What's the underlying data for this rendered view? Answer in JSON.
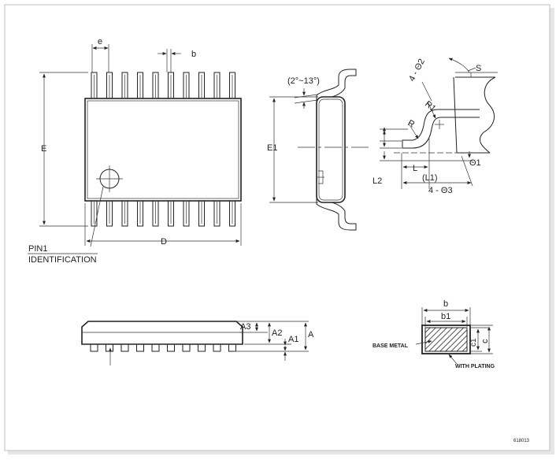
{
  "labels": {
    "e": "e",
    "b": "b",
    "E": "E",
    "D": "D",
    "pin1_line1": "PIN1",
    "pin1_line2": "IDENTIFICATION",
    "angle": "(2°~13°)",
    "E1": "E1",
    "theta2": "4 - Θ2",
    "S": "S",
    "R1": "R1",
    "R": "R",
    "theta1": "Θ1",
    "L": "L",
    "L1": "(L1)",
    "L2": "L2",
    "theta3": "4 - Θ3",
    "A3": "A3",
    "A2": "A2",
    "A1": "A1",
    "A": "A",
    "b_section": "b",
    "b1": "b1",
    "c1": "c1",
    "c": "c",
    "base_metal": "BASE METAL",
    "with_plating": "WITH PLATING",
    "code": "618013"
  },
  "package": {
    "pins_per_side": 10
  }
}
